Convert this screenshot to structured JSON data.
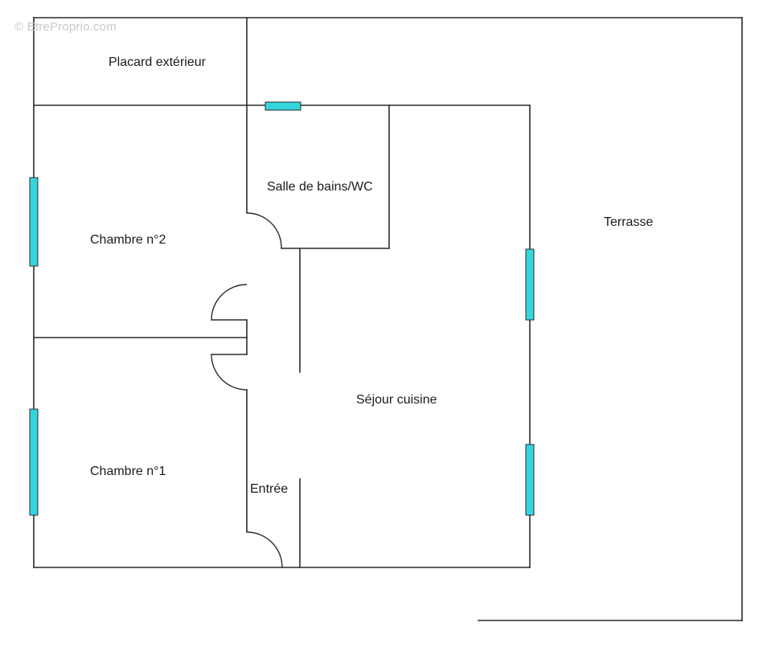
{
  "watermark": "© EtreProprio.com",
  "rooms": {
    "placard": "Placard extérieur",
    "salle_de_bains": "Salle de bains/WC",
    "terrasse": "Terrasse",
    "chambre_2": "Chambre n°2",
    "sejour": "Séjour cuisine",
    "chambre_1": "Chambre n°1",
    "entree": "Entrée"
  },
  "colors": {
    "wall": "#2b2b2b",
    "window": "#34d6dc",
    "background": "#ffffff"
  }
}
